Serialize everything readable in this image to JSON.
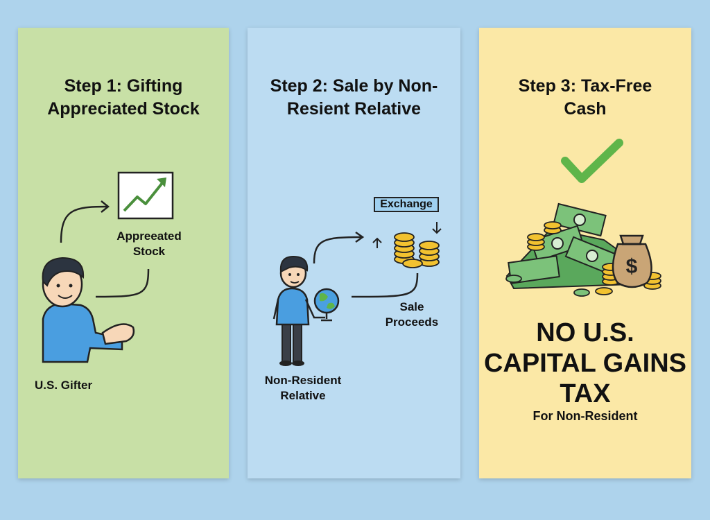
{
  "steps": [
    {
      "title": "Step 1: Gifting Appreciated Stock",
      "stock_label": "Appreeated Stock",
      "person_label": "U.S. Gifter"
    },
    {
      "title": "Step 2: Sale by Non-Resient Relative",
      "exchange_label": "Exchange",
      "proceeds_label": "Sale Proceeds",
      "person_label": "Non-Resident Relative"
    },
    {
      "title": "Step 3: Tax-Free Cash",
      "headline": "NO U.S. CAPITAL GAINS TAX",
      "subtext": "For Non-Resident"
    }
  ],
  "colors": {
    "panel1": "#c8e0a6",
    "panel2": "#bcdcf2",
    "panel3": "#fbe8a6",
    "shirt": "#4a9ee0",
    "checkmark": "#5fb54a",
    "money": "#5aa85c",
    "coins": "#f2c230"
  }
}
